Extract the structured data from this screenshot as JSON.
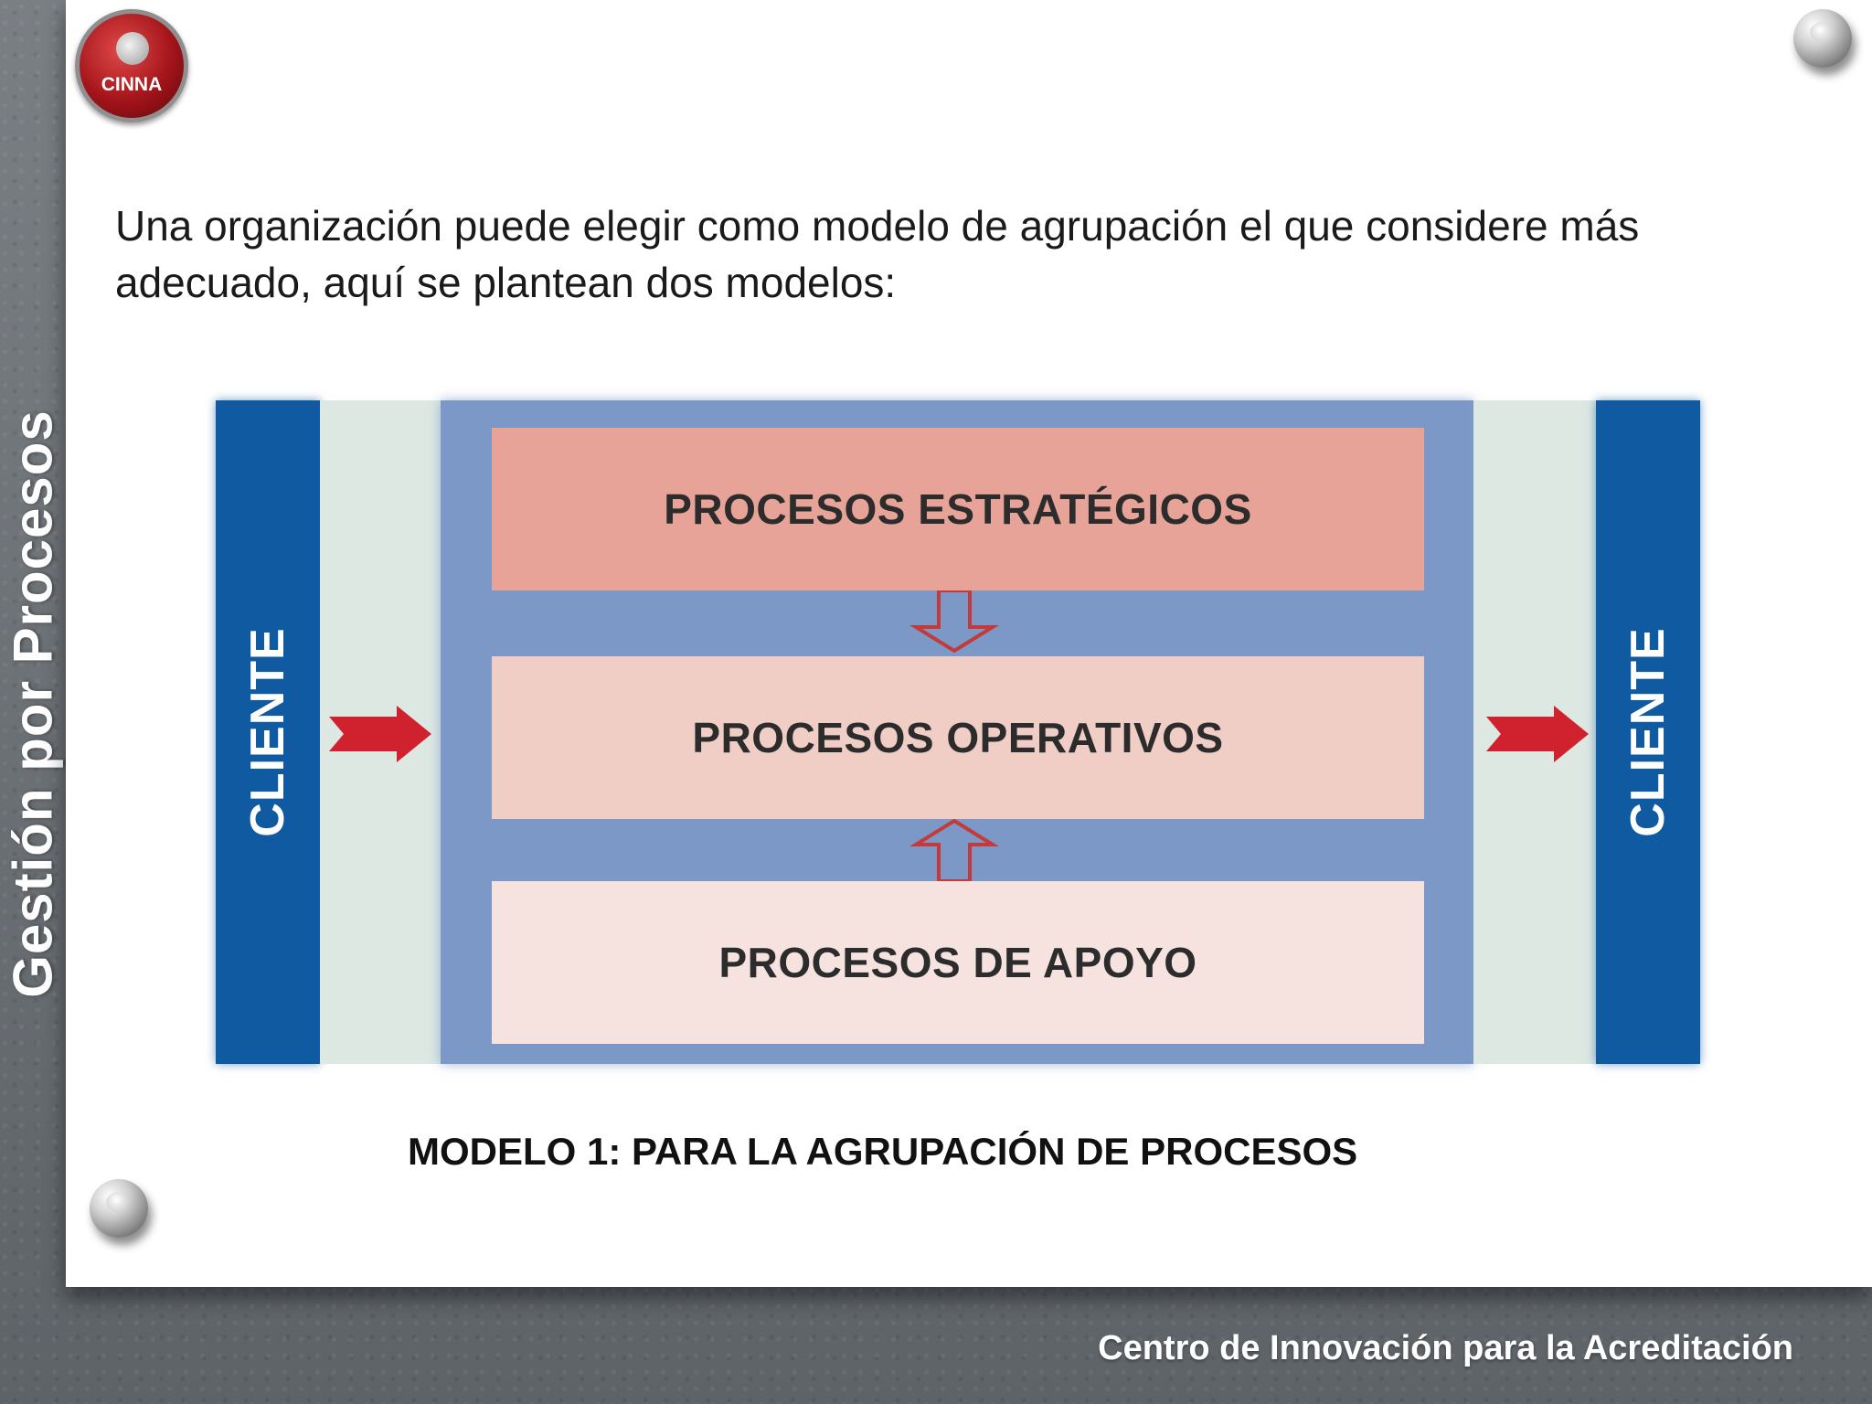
{
  "slide": {
    "side_title": "Gestión por Procesos",
    "logo_text": "CINNA",
    "intro_text": "Una organización puede elegir como modelo de agrupación el que considere más adecuado, aquí se plantean dos modelos:",
    "caption": "MODELO 1: PARA LA AGRUPACIÓN DE PROCESOS",
    "footer": "Centro de Innovación para la Acreditación"
  },
  "diagram": {
    "client_left": "CLIENTE",
    "client_right": "CLIENTE",
    "strategic": "PROCESOS ESTRATÉGICOS",
    "operative": "PROCESOS OPERATIVOS",
    "support": "PROCESOS DE APOYO",
    "colors": {
      "client_bar": "#0f5aa0",
      "core_background": "#7b98c6",
      "strategic": "#e7a398",
      "operative": "#f0cdc5",
      "support": "#f6e3df",
      "arrow_red": "#d0212e"
    }
  }
}
